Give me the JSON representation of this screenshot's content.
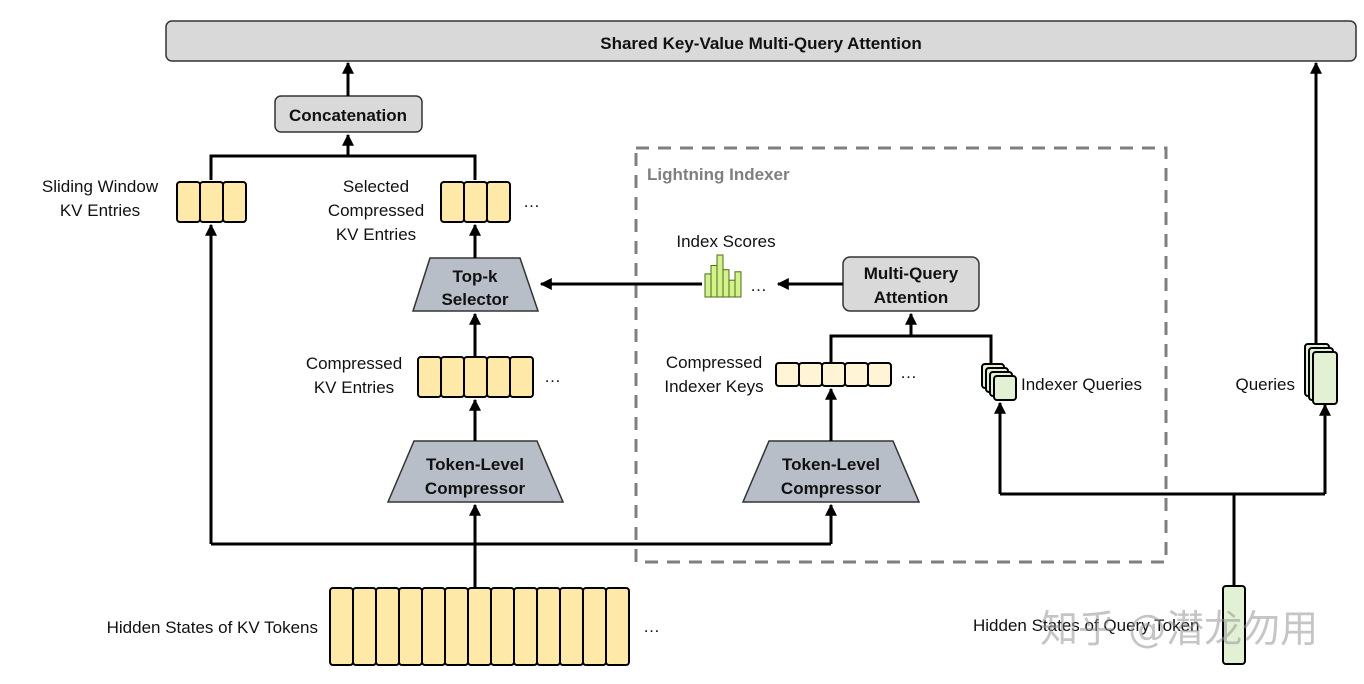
{
  "header": {
    "title": "Shared Key-Value Multi-Query Attention"
  },
  "boxes": {
    "concatenation": "Concatenation",
    "mqa_line1": "Multi-Query",
    "mqa_line2": "Attention",
    "topk_line1": "Top-k",
    "topk_line2": "Selector",
    "compressor_line1": "Token-Level",
    "compressor_line2": "Compressor"
  },
  "indexer": {
    "title": "Lightning Indexer",
    "index_scores": "Index Scores"
  },
  "labels": {
    "sliding_window_1": "Sliding Window",
    "sliding_window_2": "KV Entries",
    "selected_1": "Selected",
    "selected_2": "Compressed",
    "selected_3": "KV Entries",
    "compressed_kv_1": "Compressed",
    "compressed_kv_2": "KV Entries",
    "indexer_keys_1": "Compressed",
    "indexer_keys_2": "Indexer Keys",
    "indexer_queries": "Indexer Queries",
    "queries": "Queries",
    "hidden_kv": "Hidden States of KV Tokens",
    "hidden_query": "Hidden States of Query Token",
    "ellipsis": "…"
  },
  "watermark": "知乎 @潜龙勿用",
  "colors": {
    "kv_cell": "#FFE9A8",
    "indexer_key_cell": "#FFF4D6",
    "query_cell": "#E2F0D3",
    "score_bar": "#D4F28A",
    "box_fill": "#D9D9D9",
    "stroke": "#000000",
    "dashed_border": "#7F7F7F"
  },
  "index_scores_levels": [
    0.55,
    0.75,
    1.0,
    0.65,
    0.4,
    0.6
  ]
}
